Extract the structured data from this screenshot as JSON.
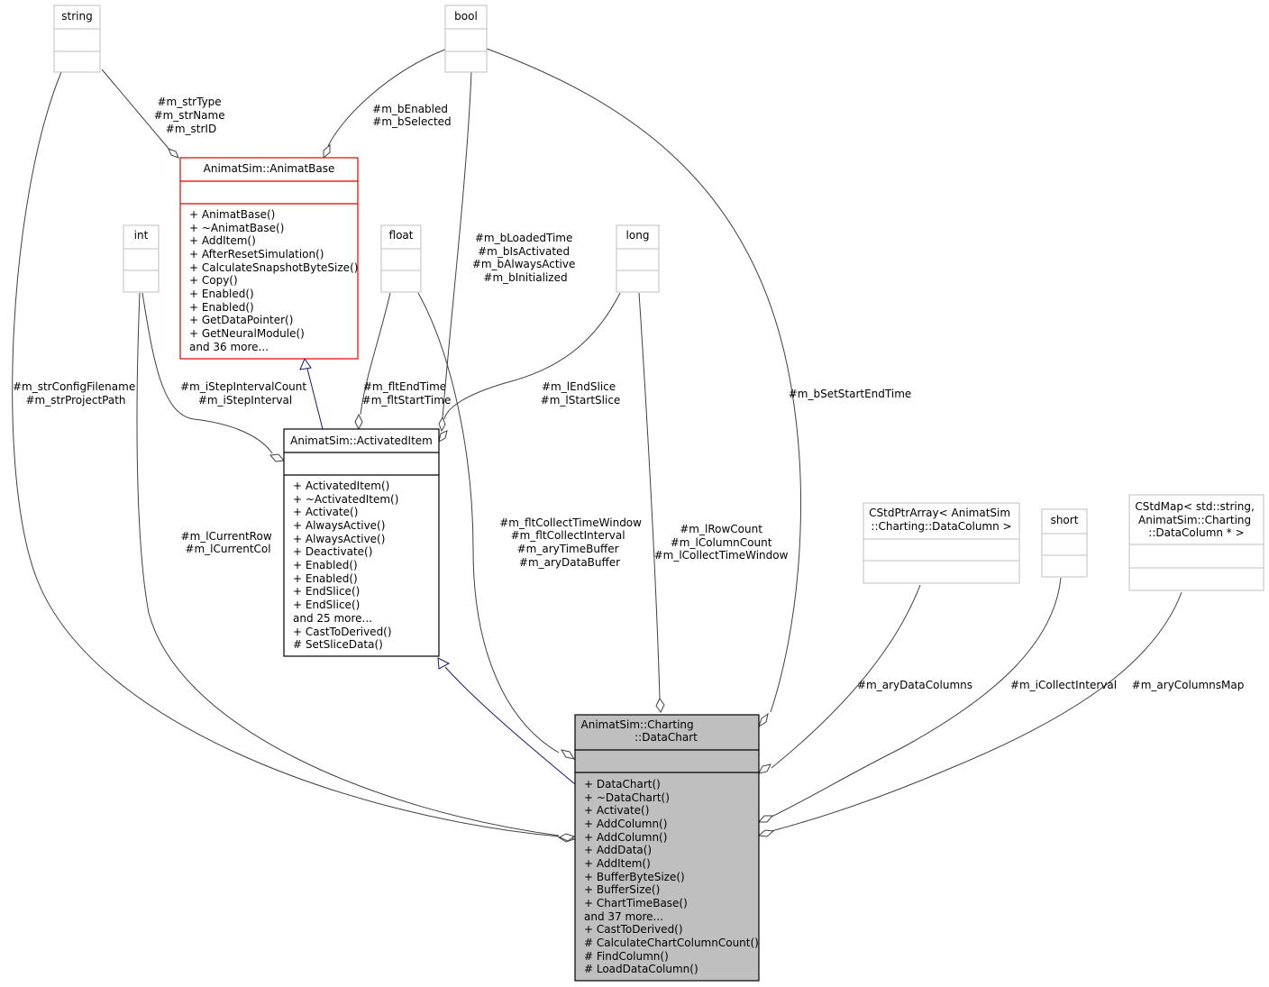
{
  "classes": {
    "string": {
      "title": [
        "string"
      ]
    },
    "bool": {
      "title": [
        "bool"
      ]
    },
    "int": {
      "title": [
        "int"
      ]
    },
    "float": {
      "title": [
        "float"
      ]
    },
    "long": {
      "title": [
        "long"
      ]
    },
    "short": {
      "title": [
        "short"
      ]
    },
    "cstdptrarray": {
      "title": [
        "CStdPtrArray< AnimatSim",
        "::Charting::DataColumn >"
      ]
    },
    "cstdmap": {
      "title": [
        "CStdMap< std::string,",
        "AnimatSim::Charting",
        "::DataColumn * >"
      ]
    },
    "animatbase": {
      "title": [
        "AnimatSim::AnimatBase"
      ],
      "methods": [
        "+ AnimatBase()",
        "+ ~AnimatBase()",
        "+ AddItem()",
        "+ AfterResetSimulation()",
        "+ CalculateSnapshotByteSize()",
        "+ Copy()",
        "+ Enabled()",
        "+ Enabled()",
        "+ GetDataPointer()",
        "+ GetNeuralModule()",
        "and 36 more..."
      ]
    },
    "activateditem": {
      "title": [
        "AnimatSim::ActivatedItem"
      ],
      "methods": [
        "+ ActivatedItem()",
        "+ ~ActivatedItem()",
        "+ Activate()",
        "+ AlwaysActive()",
        "+ AlwaysActive()",
        "+ Deactivate()",
        "+ Enabled()",
        "+ Enabled()",
        "+ EndSlice()",
        "+ EndSlice()",
        "and 25 more...",
        "+ CastToDerived()",
        "# SetSliceData()"
      ]
    },
    "datachart": {
      "title": [
        "AnimatSim::Charting",
        "::DataChart"
      ],
      "methods": [
        "+ DataChart()",
        "+ ~DataChart()",
        "+ Activate()",
        "+ AddColumn()",
        "+ AddColumn()",
        "+ AddData()",
        "+ AddItem()",
        "+ BufferByteSize()",
        "+ BufferSize()",
        "+ ChartTimeBase()",
        "and 37 more...",
        "+ CastToDerived()",
        "# CalculateChartColumnCount()",
        "# FindColumn()",
        "# LoadDataColumn()"
      ]
    }
  },
  "edge_labels": {
    "str_animatbase": [
      "#m_strType",
      "#m_strName",
      "#m_strID"
    ],
    "bool_animatbase": [
      "#m_bEnabled",
      "#m_bSelected"
    ],
    "bool_activated": [
      "#m_bLoadedTime",
      "#m_bIsActivated",
      "#m_bAlwaysActive",
      "#m_bInitialized"
    ],
    "str_datachart": [
      "#m_strConfigFilename",
      "#m_strProjectPath"
    ],
    "int_activated": [
      "#m_iStepIntervalCount",
      "#m_iStepInterval"
    ],
    "float_activated": [
      "#m_fltEndTime",
      "#m_fltStartTime"
    ],
    "long_activated": [
      "#m_lEndSlice",
      "#m_lStartSlice"
    ],
    "bool_datachart": [
      "#m_bSetStartEndTime"
    ],
    "int_datachart": [
      "#m_lCurrentRow",
      "#m_lCurrentCol"
    ],
    "float_datachart": [
      "#m_fltCollectTimeWindow",
      "#m_fltCollectInterval",
      "#m_aryTimeBuffer",
      "#m_aryDataBuffer"
    ],
    "long_datachart": [
      "#m_lRowCount",
      "#m_lColumnCount",
      "#m_lCollectTimeWindow"
    ],
    "ptrarray_datachart": [
      "#m_aryDataColumns"
    ],
    "short_datachart": [
      "#m_iCollectInterval"
    ],
    "map_datachart": [
      "#m_aryColumnsMap"
    ]
  }
}
